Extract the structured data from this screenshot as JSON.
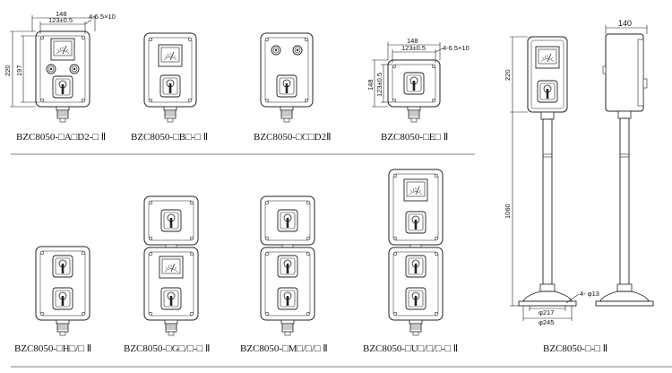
{
  "colors": {
    "line": "#222222",
    "fill": "#ffffff",
    "rule": "#555555"
  },
  "dimensions": {
    "width_148": "148",
    "inner_123": "123±0.5",
    "holes": "4-6.5×10",
    "height_220": "220",
    "height_197": "197",
    "width_148_e": "148",
    "inner_123_e": "123±0.5",
    "holes_e": "4-6.5×10",
    "height_148_e": "148",
    "height_123_e": "123±0.5",
    "depth_140": "140",
    "side_220": "220",
    "pole_1060": "1060",
    "base_holes": "4- φ13",
    "base_217": "φ217",
    "base_245": "φ245"
  },
  "captions": {
    "a": "BZC8050-□A□D2-□ Ⅱ",
    "b": "BZC8050-□B□-□ Ⅱ",
    "c": "BZC8050-□C□D2Ⅱ",
    "e": "BZC8050-□E□ Ⅱ",
    "h": "BZC8050-□H□/□ Ⅱ",
    "g": "BZC8050-□G□/□-□ Ⅱ",
    "m": "BZC8050-□M□/□/□ Ⅱ",
    "u": "BZC8050-□U□/□/□-□ Ⅱ",
    "stand": "BZC8050-□-□ Ⅱ"
  }
}
